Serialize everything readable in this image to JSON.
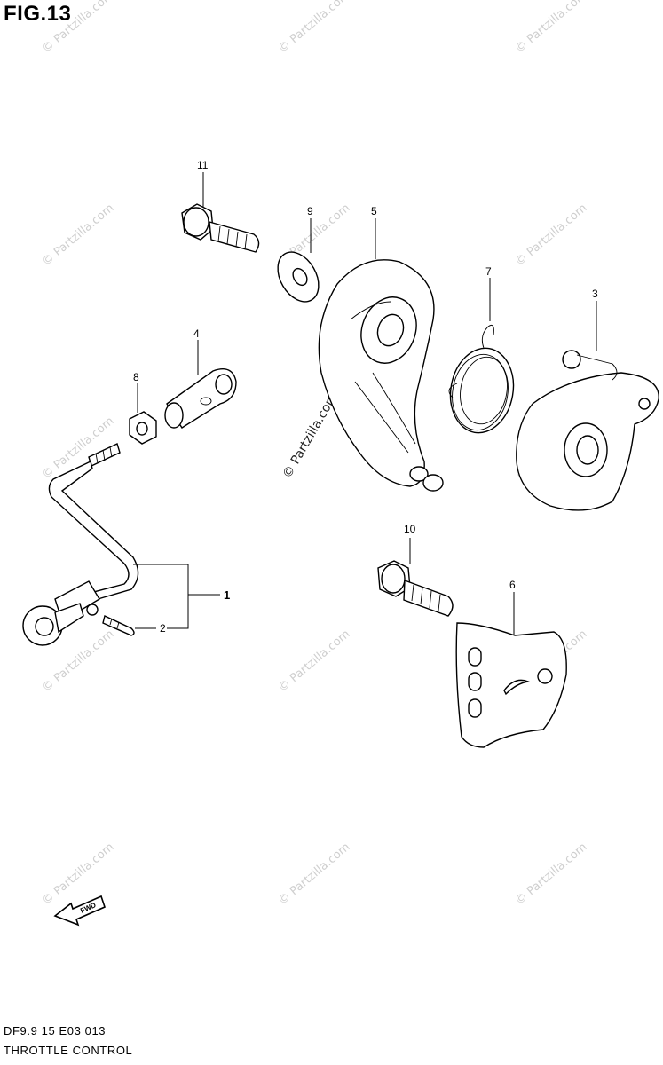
{
  "figure": {
    "title": "FIG.13"
  },
  "callouts": {
    "c1": "1",
    "c2": "2",
    "c3": "3",
    "c4": "4",
    "c5": "5",
    "c6": "6",
    "c7": "7",
    "c8": "8",
    "c9": "9",
    "c10": "10",
    "c11": "11"
  },
  "watermark": {
    "text": "© Partzilla.com"
  },
  "direction": {
    "label": "FWD"
  },
  "footer": {
    "code": "DF9.9 15 E03  013",
    "title": "THROTTLE CONTROL"
  }
}
